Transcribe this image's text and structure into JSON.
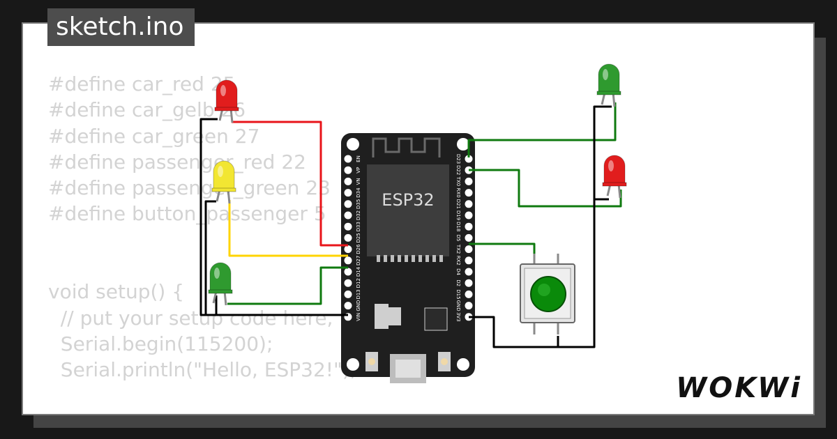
{
  "window": {
    "title": "sketch.ino"
  },
  "code": {
    "lines": [
      "#define car_red 25",
      "#define car_gelb 26",
      "#define car_green 27",
      "#define passenger_red 22",
      "#define passenger_green 23",
      "#define button_passenger 5",
      "",
      "",
      "void setup() {",
      "  // put your setup code here, to run once:",
      "  Serial.begin(115200);",
      "  Serial.println(\"Hello, ESP32!\");"
    ]
  },
  "board": {
    "chip_label": "ESP32",
    "left_pins": [
      "EN",
      "VP",
      "VN",
      "D34",
      "D35",
      "D32",
      "D33",
      "D25",
      "D26",
      "D27",
      "D14",
      "D12",
      "D13",
      "GND",
      "VIN"
    ],
    "right_pins": [
      "D23",
      "D22",
      "TX0",
      "RX0",
      "D21",
      "D19",
      "D18",
      "D5",
      "TX2",
      "RX2",
      "D4",
      "D2",
      "D15",
      "GND",
      "3V3"
    ]
  },
  "brand": {
    "logo_text": "WOKWi"
  },
  "colors": {
    "background": "#181818",
    "card": "#ffffff",
    "tab": "#4d4d4d",
    "code_text": "#d3d3d3",
    "board": "#1f1f1f",
    "wire_red": "#e8141a",
    "wire_yellow": "#ffd400",
    "wire_green": "#0f7a0f",
    "wire_black": "#000000",
    "led_red": "#e11d1d",
    "led_yellow": "#f2e632",
    "led_green": "#2f9a2f",
    "button_green": "#0a8a0a"
  }
}
